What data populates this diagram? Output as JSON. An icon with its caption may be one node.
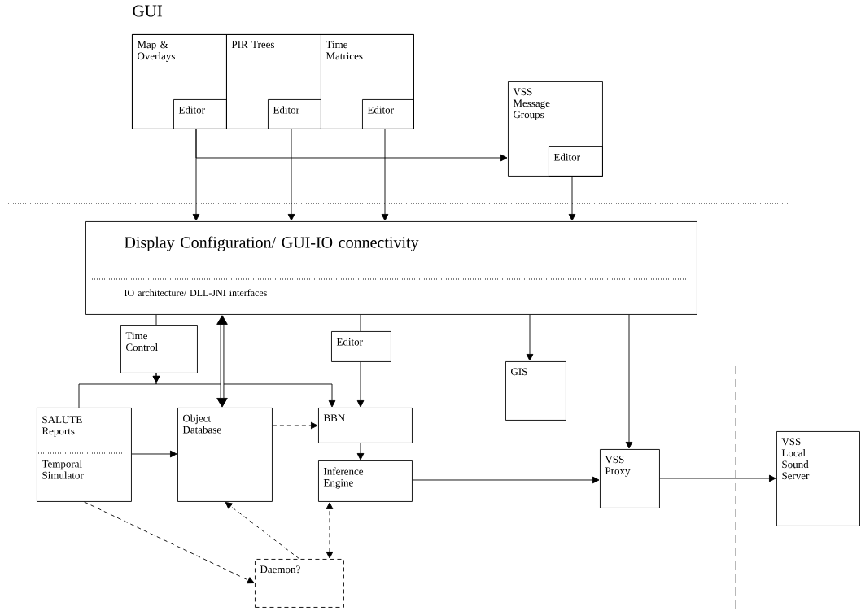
{
  "diagram": {
    "nodes": [
      {
        "text": [
          "GUI"
        ]
      },
      {
        "text": [
          "Map & Overlays"
        ],
        "in": 0
      },
      {
        "text": [
          "Editor"
        ],
        "in": 1
      },
      {
        "text": [
          "PIR Trees"
        ],
        "in": 0
      },
      {
        "text": [
          "Editor"
        ],
        "in": 3
      },
      {
        "text": [
          "Time Matrices"
        ],
        "in": 0
      },
      {
        "text": [
          "Editor"
        ],
        "in": 5
      },
      {
        "text": [
          "VSS Message Groups"
        ]
      },
      {
        "text": [
          "Editor"
        ],
        "in": 7
      },
      {
        "text": [
          "Display Configuration/ GUI-IO connectivity",
          "IO architecture/ DLL-JNI interfaces"
        ]
      },
      {
        "text": [
          "Time Control"
        ]
      },
      {
        "text": [
          "Editor"
        ]
      },
      {
        "text": [
          "GIS"
        ]
      },
      {
        "text": [
          "SALUTE Reports",
          "Temporal Simulator"
        ]
      },
      {
        "text": [
          "Object Database"
        ]
      },
      {
        "text": [
          "BBN"
        ]
      },
      {
        "text": [
          "Inference Engine"
        ]
      },
      {
        "text": [
          "VSS Proxy"
        ]
      },
      {
        "text": [
          "VSS Local Sound Server"
        ]
      },
      {
        "text": [
          "Daemon?"
        ]
      }
    ],
    "edges": [
      {
        "from": 2,
        "to": 9,
        "arrow": "to"
      },
      {
        "from": 2,
        "to": 7,
        "arrow": "to"
      },
      {
        "from": 4,
        "to": 9,
        "arrow": "to"
      },
      {
        "from": 6,
        "to": 9,
        "arrow": "to"
      },
      {
        "from": 8,
        "to": 9,
        "arrow": "to"
      },
      {
        "from": 9,
        "to": 10,
        "arrow": "none"
      },
      {
        "from": 10,
        "to": 13,
        "arrow": "to"
      },
      {
        "from": 10,
        "to": 15,
        "arrow": "to"
      },
      {
        "from": 9,
        "to": 14,
        "arrow": "both",
        "style": "thick"
      },
      {
        "from": 9,
        "to": 11,
        "arrow": "none"
      },
      {
        "from": 11,
        "to": 15,
        "arrow": "to"
      },
      {
        "from": 9,
        "to": 12,
        "arrow": "to"
      },
      {
        "from": 9,
        "to": 17,
        "arrow": "to"
      },
      {
        "from": 13,
        "to": 14,
        "arrow": "to"
      },
      {
        "from": 14,
        "to": 15,
        "arrow": "to",
        "style": "dashed"
      },
      {
        "from": 15,
        "to": 16,
        "arrow": "to"
      },
      {
        "from": 16,
        "to": 17,
        "arrow": "to"
      },
      {
        "from": 17,
        "to": 18,
        "arrow": "to"
      },
      {
        "from": 13,
        "to": 19,
        "arrow": "to",
        "style": "dashed"
      },
      {
        "from": 19,
        "to": 14,
        "arrow": "to",
        "style": "dashed"
      },
      {
        "from": 19,
        "to": 16,
        "arrow": "both",
        "style": "dashed"
      }
    ]
  }
}
